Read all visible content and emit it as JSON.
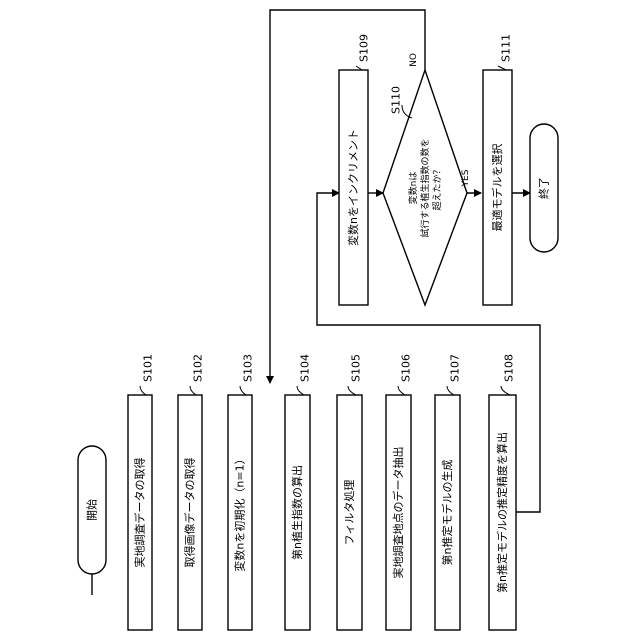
{
  "start": "開始",
  "end": "終了",
  "steps": [
    {
      "id": "S101",
      "text": "実地調査データの取得"
    },
    {
      "id": "S102",
      "text": "取得画像データの取得"
    },
    {
      "id": "S103",
      "text": "変数nを初期化（n=1）"
    },
    {
      "id": "S104",
      "text": "第n植生指数の算出"
    },
    {
      "id": "S105",
      "text": "フィルタ処理"
    },
    {
      "id": "S106",
      "text": "実地調査地点のデータ抽出"
    },
    {
      "id": "S107",
      "text": "第n推定モデルの生成"
    },
    {
      "id": "S108",
      "text": "第n推定モデルの推定精度を算出"
    },
    {
      "id": "S109",
      "text": "変数nをインクリメント"
    },
    {
      "id": "S111",
      "text": "最適モデルを選択"
    }
  ],
  "decision": {
    "id": "S110",
    "lines": [
      "変数nは",
      "試行する植生指数の数を",
      "超えたか？"
    ],
    "yes": "YES",
    "no": "NO"
  }
}
